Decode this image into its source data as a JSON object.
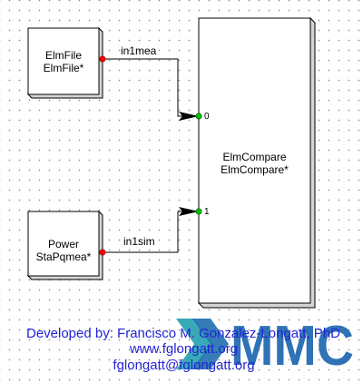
{
  "blocks": {
    "elmfile": {
      "line1": "ElmFile",
      "line2": "ElmFile*"
    },
    "power": {
      "line1": "Power",
      "line2": "StaPqmea*"
    },
    "compare": {
      "line1": "ElmCompare",
      "line2": "ElmCompare*"
    }
  },
  "signals": {
    "top": "in1mea",
    "bottom": "in1sim"
  },
  "ports": {
    "in0": "0",
    "in1": "1"
  },
  "footer": {
    "developed_by": "Developed by: Francisco M. Gonzalez-Longatt, PhD",
    "website": "www.fglongatt.org",
    "email": "fglongatt@fglongatt.org"
  },
  "logo": {
    "text": "MMC"
  },
  "colors": {
    "port_output": "#ff0000",
    "port_input": "#00c000",
    "footer_text": "#2323d6",
    "logo_blue": "#2f73b6"
  }
}
